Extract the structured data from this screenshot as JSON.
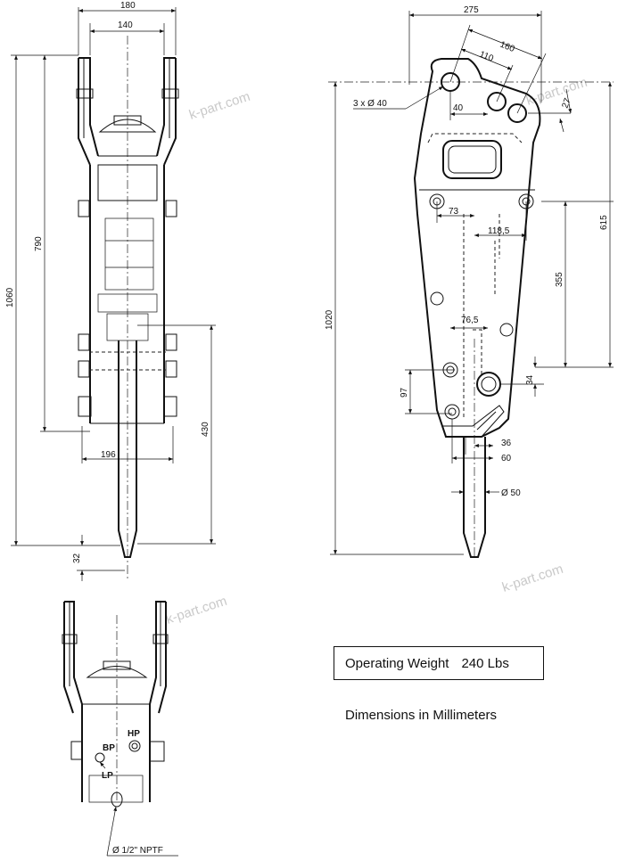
{
  "watermark": "k-part.com",
  "front_view": {
    "dims": {
      "top_outer_width": "180",
      "top_inner_width": "140",
      "overall_height": "1060",
      "upper_height": "790",
      "lower_width": "196",
      "tool_length": "430",
      "tip": "32"
    }
  },
  "side_view": {
    "dims": {
      "overall_width": "275",
      "hole_spacing_160": "160",
      "hole_spacing_110": "110",
      "hole_diameter_note": "3 x Ø 40",
      "offset_40": "40",
      "offset_27": "27",
      "bolt_73": "73",
      "bolt_118": "118,5",
      "height_615": "615",
      "height_355": "355",
      "overall_height": "1020",
      "center_76": "76,5",
      "height_97": "97",
      "height_34": "34",
      "bottom_36": "36",
      "bottom_60": "60",
      "tool_diameter": "Ø 50"
    }
  },
  "ports_view": {
    "labels": {
      "bp": "BP",
      "hp": "HP",
      "lp": "LP",
      "thread": "Ø 1/2\" NPTF"
    }
  },
  "info": {
    "weight_label": "Operating Weight",
    "weight_value": "240 Lbs",
    "units_note": "Dimensions in Millimeters"
  }
}
